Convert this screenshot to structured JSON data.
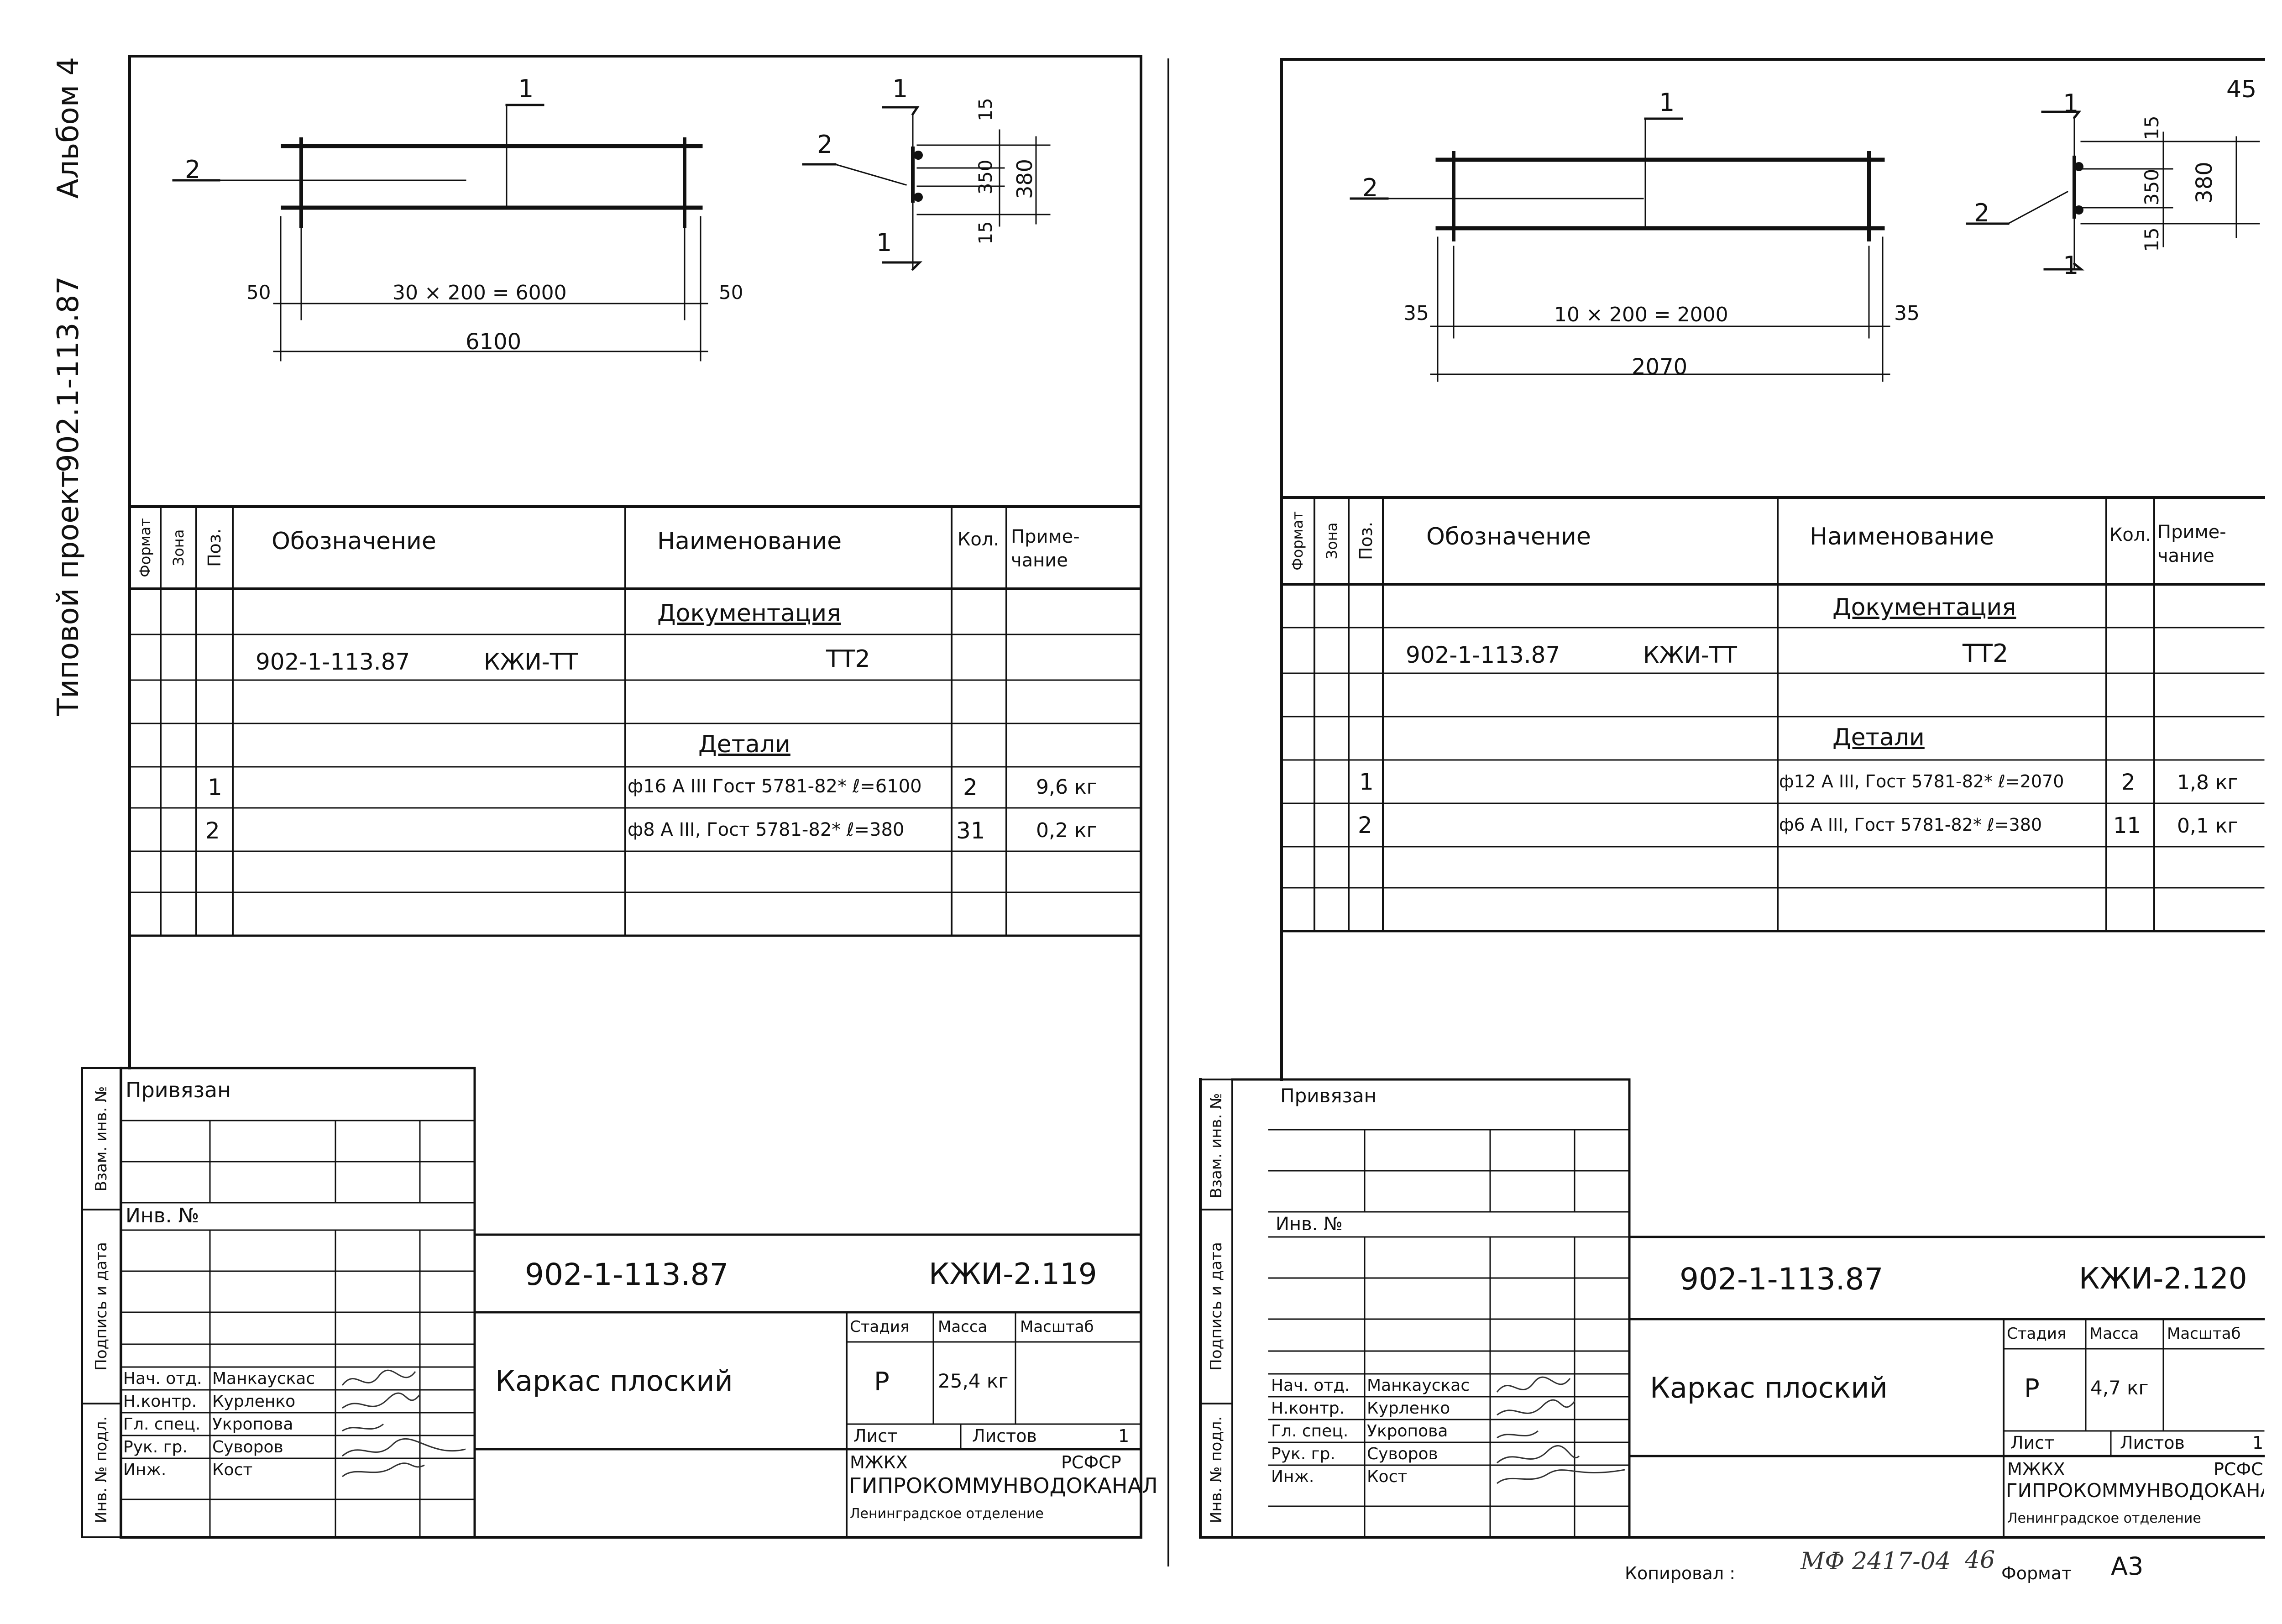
{
  "album_margin": {
    "album": "Альбом 4",
    "project_code": "902.1-113.87",
    "project_label": "Типовой проект"
  },
  "sheet_number_corner": "45",
  "copy_note": {
    "copied_by_label": "Копировал :",
    "order_code": "МФ 2417-04",
    "page_number": "46",
    "format_label": "Формат",
    "format_value": "А3"
  },
  "side_labels": {
    "vzam_inv": "Взам. инв. №",
    "podpis_data": "Подпись и дата",
    "inv_podl": "Инв. № подл."
  },
  "spec_headers": {
    "format": "Формат",
    "zona": "Зона",
    "poz": "Поз.",
    "oboznachenie": "Обозначение",
    "naimenovanie": "Наименование",
    "kol": "Кол.",
    "primechanie": "Приме- чание"
  },
  "sheets": [
    {
      "dims": {
        "pos1": "1",
        "pos2": "2",
        "edge_left": "50",
        "span": "30 × 200 = 6000",
        "edge_right": "50",
        "total": "6100",
        "sec_top": "15",
        "sec_mid": "350",
        "sec_total": "380",
        "sec_bottom": "15"
      },
      "spec": {
        "section_docs": "Документация",
        "doc_code": "902-1-113.87",
        "doc_mark": "КЖИ-ТТ",
        "doc_name": "ТТ2",
        "section_parts": "Детали",
        "rows": [
          {
            "pos": "1",
            "name": "ф16 А III Гост 5781-82* ℓ=6100",
            "qty": "2",
            "note": "9,6 кг"
          },
          {
            "pos": "2",
            "name": "ф8 А III, Гост 5781-82* ℓ=380",
            "qty": "31",
            "note": "0,2 кг"
          }
        ]
      },
      "title_block": {
        "privyazan": "Привязан",
        "inv_no": "Инв. №",
        "project_code": "902-1-113.87",
        "drawing_code": "КЖИ-2.119",
        "title": "Каркас плоский",
        "stage_label": "Стадия",
        "mass_label": "Масса",
        "scale_label": "Масштаб",
        "stage": "Р",
        "mass": "25,4 кг",
        "sheet_label": "Лист",
        "sheets_label": "Листов",
        "sheets_count": "1",
        "org_line1_left": "МЖКХ",
        "org_line1_right": "РСФСР",
        "org_line2": "ГИПРОКОММУНВОДОКАНАЛ",
        "org_line3": "Ленинградское отделение",
        "staff": [
          {
            "role": "Нач. отд.",
            "name": "Манкаускас"
          },
          {
            "role": "Н.контр.",
            "name": "Курленко"
          },
          {
            "role": "Гл. спец.",
            "name": "Укропова"
          },
          {
            "role": "Рук. гр.",
            "name": "Суворов"
          },
          {
            "role": "Инж.",
            "name": "Кост"
          }
        ]
      }
    },
    {
      "dims": {
        "pos1": "1",
        "pos2": "2",
        "edge_left": "35",
        "span": "10 × 200 = 2000",
        "edge_right": "35",
        "total": "2070",
        "sec_top": "15",
        "sec_mid": "350",
        "sec_total": "380",
        "sec_bottom": "15"
      },
      "spec": {
        "section_docs": "Документация",
        "doc_code": "902-1-113.87",
        "doc_mark": "КЖИ-ТТ",
        "doc_name": "ТТ2",
        "section_parts": "Детали",
        "rows": [
          {
            "pos": "1",
            "name": "ф12 А III, Гост 5781-82* ℓ=2070",
            "qty": "2",
            "note": "1,8 кг"
          },
          {
            "pos": "2",
            "name": "ф6 А III, Гост 5781-82* ℓ=380",
            "qty": "11",
            "note": "0,1 кг"
          }
        ]
      },
      "title_block": {
        "privyazan": "Привязан",
        "inv_no": "Инв. №",
        "project_code": "902-1-113.87",
        "drawing_code": "КЖИ-2.120",
        "title": "Каркас плоский",
        "stage_label": "Стадия",
        "mass_label": "Масса",
        "scale_label": "Масштаб",
        "stage": "Р",
        "mass": "4,7 кг",
        "sheet_label": "Лист",
        "sheets_label": "Листов",
        "sheets_count": "1",
        "org_line1_left": "МЖКХ",
        "org_line1_right": "РСФСР",
        "org_line2": "ГИПРОКОММУНВОДОКАНАЛ",
        "org_line3": "Ленинградское отделение",
        "staff": [
          {
            "role": "Нач. отд.",
            "name": "Манкаускас"
          },
          {
            "role": "Н.контр.",
            "name": "Курленко"
          },
          {
            "role": "Гл. спец.",
            "name": "Укропова"
          },
          {
            "role": "Рук. гр.",
            "name": "Суворов"
          },
          {
            "role": "Инж.",
            "name": "Кост"
          }
        ]
      }
    }
  ]
}
